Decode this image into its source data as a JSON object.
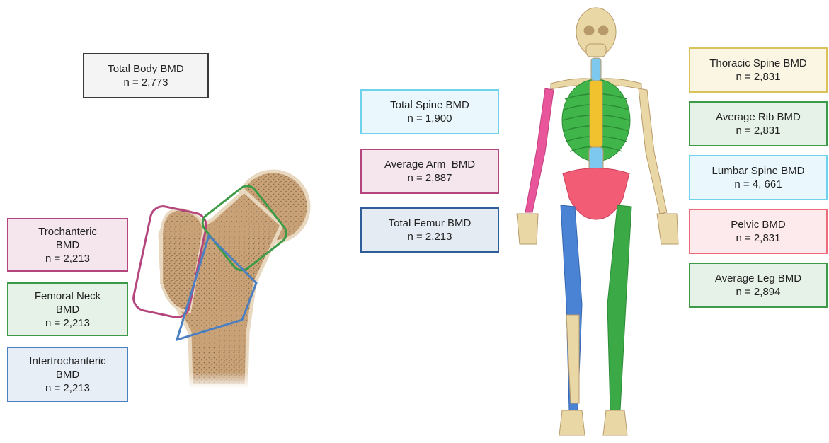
{
  "boxes": {
    "total_body": {
      "title": "Total Body BMD",
      "n": "n = 2,773",
      "border": "#3a3a3a",
      "fill": "#f4f4f4"
    },
    "total_spine": {
      "title": "Total Spine BMD",
      "n": "n = 1,900",
      "border": "#6fd3ec",
      "fill": "#eaf8fd"
    },
    "average_arm": {
      "title": "Average Arm  BMD",
      "n": "n = 2,887",
      "border": "#b4467d",
      "fill": "#f5e6ee"
    },
    "total_femur": {
      "title": "Total Femur BMD",
      "n": "n = 2,213",
      "border": "#2f5d99",
      "fill": "#e5ebf3"
    },
    "trochanteric": {
      "title_a": "Trochanteric",
      "title_b": "BMD",
      "n": "n = 2,213",
      "border": "#b4467d",
      "fill": "#f5e6ee"
    },
    "femoral_neck": {
      "title_a": "Femoral Neck",
      "title_b": "BMD",
      "n": "n = 2,213",
      "border": "#3d9a47",
      "fill": "#e6f2e7"
    },
    "intertrochanteric": {
      "title_a": "Intertrochanteric",
      "title_b": "BMD",
      "n": "n = 2,213",
      "border": "#4a7fc1",
      "fill": "#e8eef6"
    },
    "thoracic_spine": {
      "title": "Thoracic Spine BMD",
      "n": "n = 2,831",
      "border": "#d9c25a",
      "fill": "#fbf6e3"
    },
    "average_rib": {
      "title": "Average Rib BMD",
      "n": "n = 2,831",
      "border": "#3d9a47",
      "fill": "#e6f2e7"
    },
    "lumbar_spine": {
      "title": "Lumbar Spine BMD",
      "n": "n = 4, 661",
      "border": "#6fd3ec",
      "fill": "#eaf8fd"
    },
    "pelvic": {
      "title": "Pelvic BMD",
      "n": "n = 2,831",
      "border": "#ee6b7a",
      "fill": "#fdeaec"
    },
    "average_leg": {
      "title": "Average Leg BMD",
      "n": "n = 2,894",
      "border": "#3d9a47",
      "fill": "#e6f2e7"
    }
  },
  "colors": {
    "bone": "#e9d8a6",
    "bone_dark": "#c9a977",
    "femur_bone": "#c9a278",
    "femur_speckle": "#8a6a48",
    "arm": "#e8559b",
    "ribs": "#3fb54a",
    "thoracic": "#f2c12e",
    "lumbar": "#7cc8ee",
    "pelvis": "#f25c74",
    "leg_left": "#4a82d4",
    "leg_right": "#3aa946"
  }
}
